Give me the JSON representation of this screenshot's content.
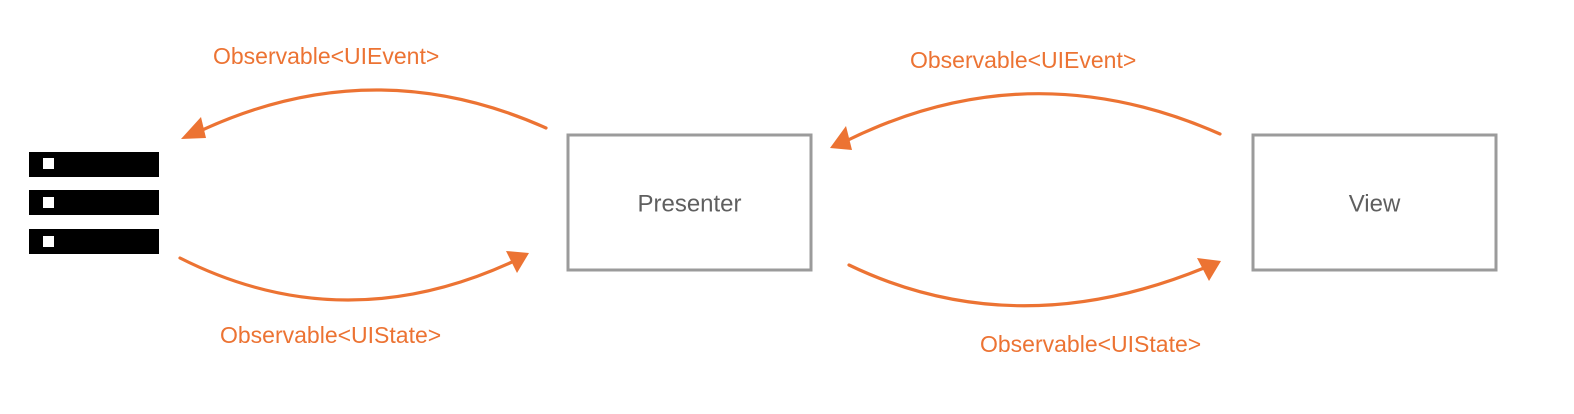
{
  "colors": {
    "accent": "#ec7333",
    "box_border": "#9b9b9b",
    "box_text": "#5f5f5f",
    "icon": "#000000"
  },
  "nodes": {
    "server": {
      "icon": "server-stack-icon"
    },
    "presenter": {
      "label": "Presenter"
    },
    "view": {
      "label": "View"
    }
  },
  "edges": [
    {
      "from": "presenter",
      "to": "server",
      "label": "Observable<UIEvent>"
    },
    {
      "from": "server",
      "to": "presenter",
      "label": "Observable<UIState>"
    },
    {
      "from": "view",
      "to": "presenter",
      "label": "Observable<UIEvent>"
    },
    {
      "from": "presenter",
      "to": "view",
      "label": "Observable<UIState>"
    }
  ]
}
